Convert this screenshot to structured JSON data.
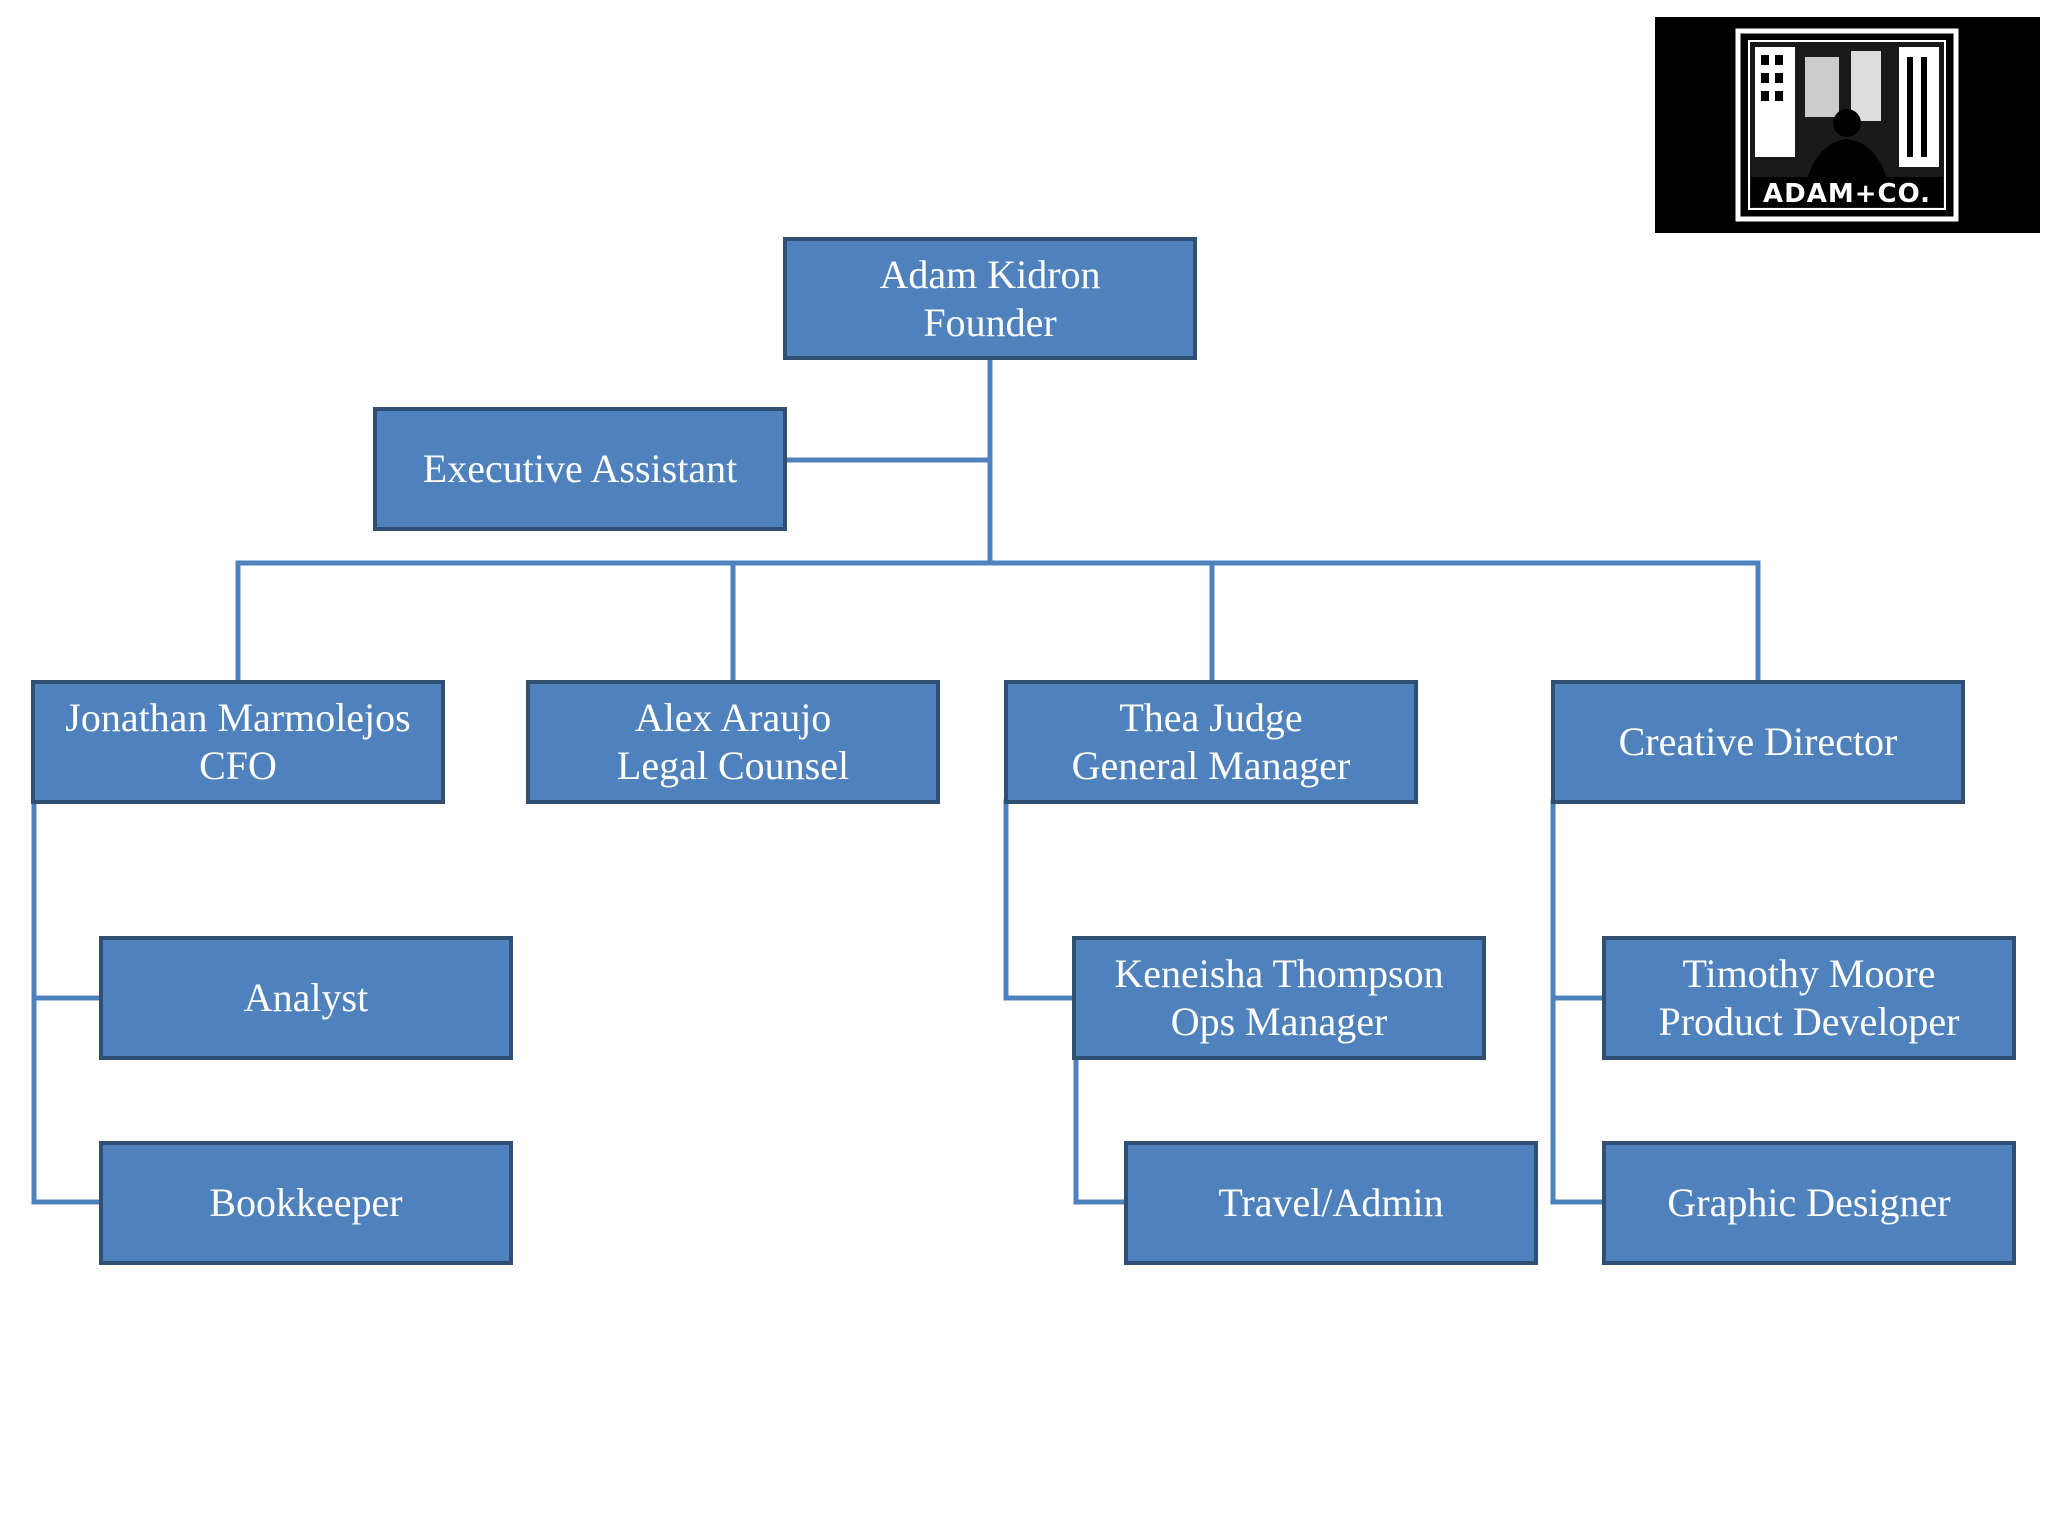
{
  "logo": {
    "icon": "adam-co-logo-icon",
    "text": "ADAM+CO."
  },
  "colors": {
    "box_fill": "#4f81bd",
    "box_border": "#2f4f73",
    "connector": "#4f81bd",
    "text": "#ffffff"
  },
  "nodes": {
    "founder": {
      "lines": [
        "Adam Kidron",
        "Founder"
      ]
    },
    "exec": {
      "lines": [
        "Executive Assistant"
      ]
    },
    "cfo": {
      "lines": [
        "Jonathan Marmolejos",
        "CFO"
      ]
    },
    "legal": {
      "lines": [
        "Alex Araujo",
        "Legal Counsel"
      ]
    },
    "gm": {
      "lines": [
        "Thea Judge",
        "General Manager"
      ]
    },
    "creative": {
      "lines": [
        "Creative Director"
      ]
    },
    "analyst": {
      "lines": [
        "Analyst"
      ]
    },
    "book": {
      "lines": [
        "Bookkeeper"
      ]
    },
    "ops": {
      "lines": [
        "Keneisha Thompson",
        "Ops Manager"
      ]
    },
    "travel": {
      "lines": [
        "Travel/Admin"
      ]
    },
    "timothy": {
      "lines": [
        "Timothy Moore",
        "Product Developer"
      ]
    },
    "graphic": {
      "lines": [
        "Graphic Designer"
      ]
    }
  }
}
